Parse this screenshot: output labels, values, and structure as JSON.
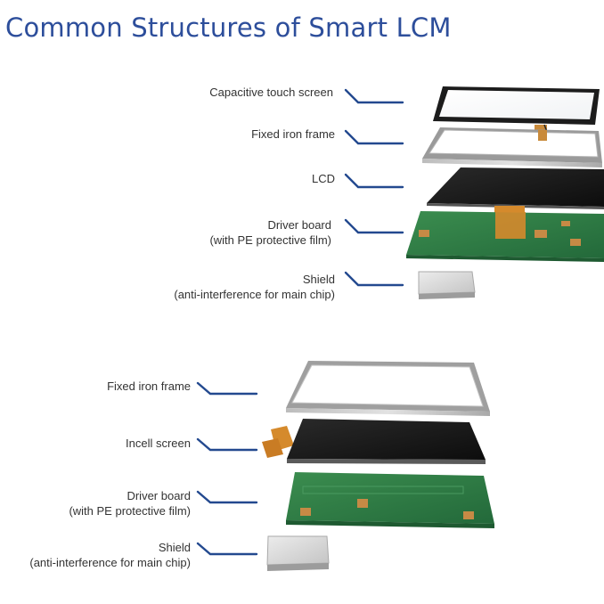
{
  "title": "Common Structures of Smart LCM",
  "colors": {
    "title": "#2d4e9b",
    "leader_line": "#23498f",
    "pcb_green": "#2f7d43",
    "fpc_orange": "#d58a2c",
    "shield_silver": "#d9d9d9"
  },
  "section1": {
    "labels": [
      {
        "line1": "Capacitive touch screen"
      },
      {
        "line1": "Fixed iron frame"
      },
      {
        "line1": "LCD"
      },
      {
        "line1": "Driver board",
        "line2": "(with PE protective film)"
      },
      {
        "line1": "Shield",
        "line2": "(anti-interference for main chip)"
      }
    ]
  },
  "section2": {
    "labels": [
      {
        "line1": "Fixed iron frame"
      },
      {
        "line1": "Incell screen"
      },
      {
        "line1": "Driver board",
        "line2": "(with PE protective film)"
      },
      {
        "line1": "Shield",
        "line2": "(anti-interference for main chip)"
      }
    ]
  }
}
